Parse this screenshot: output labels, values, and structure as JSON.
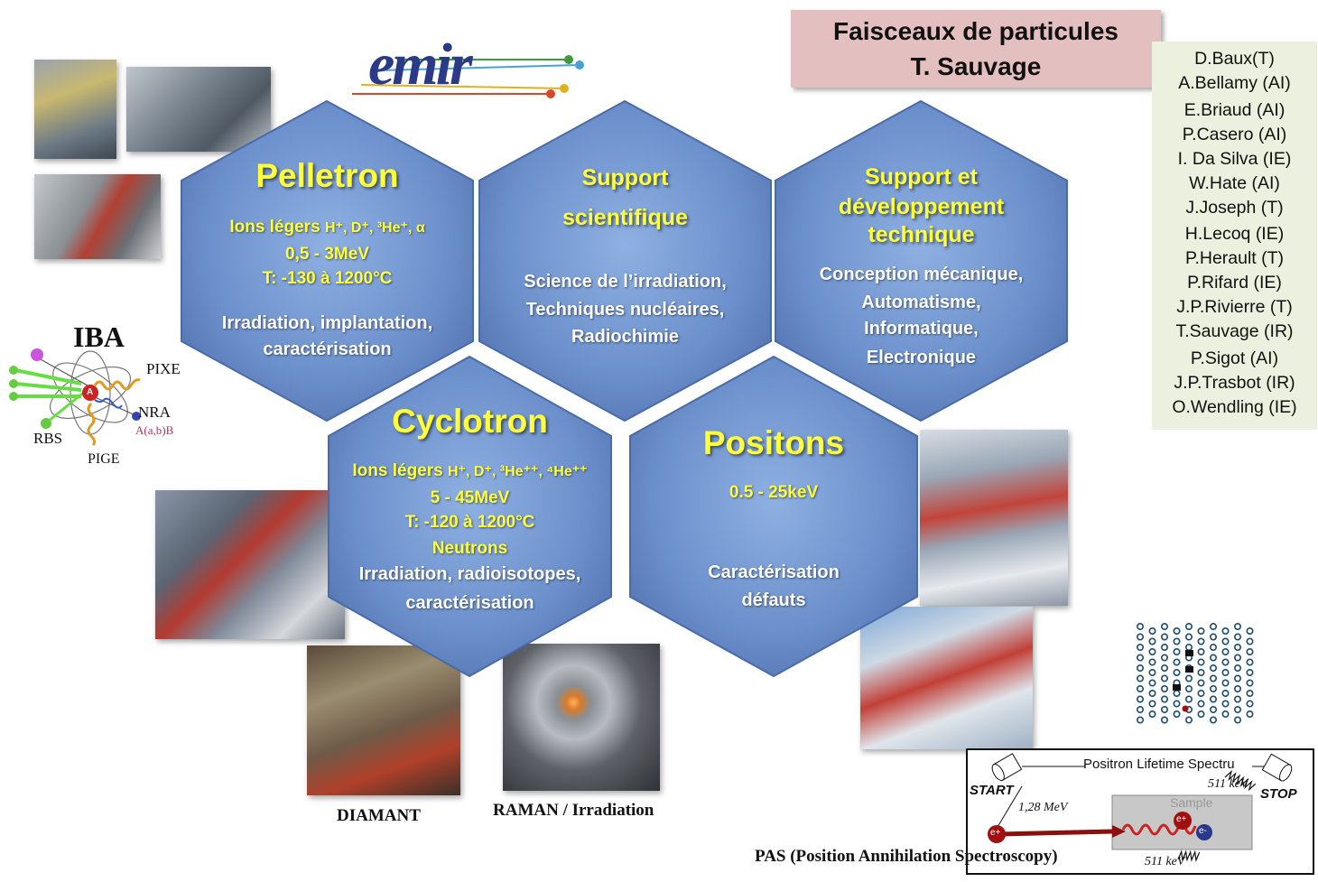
{
  "title": {
    "line1": "Faisceaux de particules",
    "line2": "T. Sauvage"
  },
  "logo": {
    "text": "emir"
  },
  "staff": [
    "D.Baux(T)",
    "A.Bellamy (AI)",
    "E.Briaud (AI)",
    "P.Casero (AI)",
    "I. Da Silva (IE)",
    "W.Hate (AI)",
    "J.Joseph (T)",
    "H.Lecoq (IE)",
    "P.Herault (T)",
    "P.Rifard (IE)",
    "J.P.Rivierre (T)",
    "T.Sauvage (IR)",
    "P.Sigot (AI)",
    "J.P.Trasbot (IR)",
    "O.Wendling (IE)"
  ],
  "pelletron": {
    "title": "Pelletron",
    "ions_prefix": "Ions légers ",
    "ions_formula": "H⁺, D⁺, ³He⁺, α",
    "energy": "0,5 - 3MeV",
    "temp": "T: -130 à 1200°C",
    "use1": "Irradiation, implantation,",
    "use2": "caractérisation"
  },
  "support_sci": {
    "title1": "Support",
    "title2": "scientifique",
    "l1": "Science de l’irradiation,",
    "l2": "Techniques nucléaires,",
    "l3": "Radiochimie"
  },
  "support_tech": {
    "title1": "Support  et",
    "title2": "développement",
    "title3": "technique",
    "l1": "Conception mécanique,",
    "l2": "Automatisme,",
    "l3": "Informatique,",
    "l4": "Electronique"
  },
  "cyclotron": {
    "title": "Cyclotron",
    "ions_prefix": "Ions légers ",
    "ions_formula": "H⁺, D⁺, ³He⁺⁺, ⁴He⁺⁺",
    "energy": "5 - 45MeV",
    "temp": "T: -120 à 1200°C",
    "neutrons": "Neutrons",
    "use1": "Irradiation, radioisotopes,",
    "use2": "caractérisation"
  },
  "positons": {
    "title": "Positons",
    "energy": "0.5 - 25keV",
    "use1": "Caractérisation",
    "use2": "défauts"
  },
  "iba": {
    "title": "IBA",
    "pixe": "PIXE",
    "nra": "NRA",
    "nra_reaction": "A(a,b)B",
    "rbs": "RBS",
    "pige": "PIGE",
    "atom": "A"
  },
  "captions": {
    "diamant": "DIAMANT",
    "raman": "RAMAN / Irradiation",
    "pas": "PAS (Position Annihilation Spectroscopy)"
  },
  "pas_diagram": {
    "title": "Positron  Lifetime  Spectru",
    "start": "START",
    "stop": "STOP",
    "e1": "1,28 MeV",
    "e2": "511 keV",
    "e3": "511 keV",
    "sample": "Sample",
    "eplus": "e+",
    "eminus": "e-"
  },
  "colors": {
    "hex_fill": "#6b8fc9",
    "hex_yellow": "#ffff3c",
    "title_bg": "#e4bfbf",
    "staff_bg": "#ebf1de"
  }
}
